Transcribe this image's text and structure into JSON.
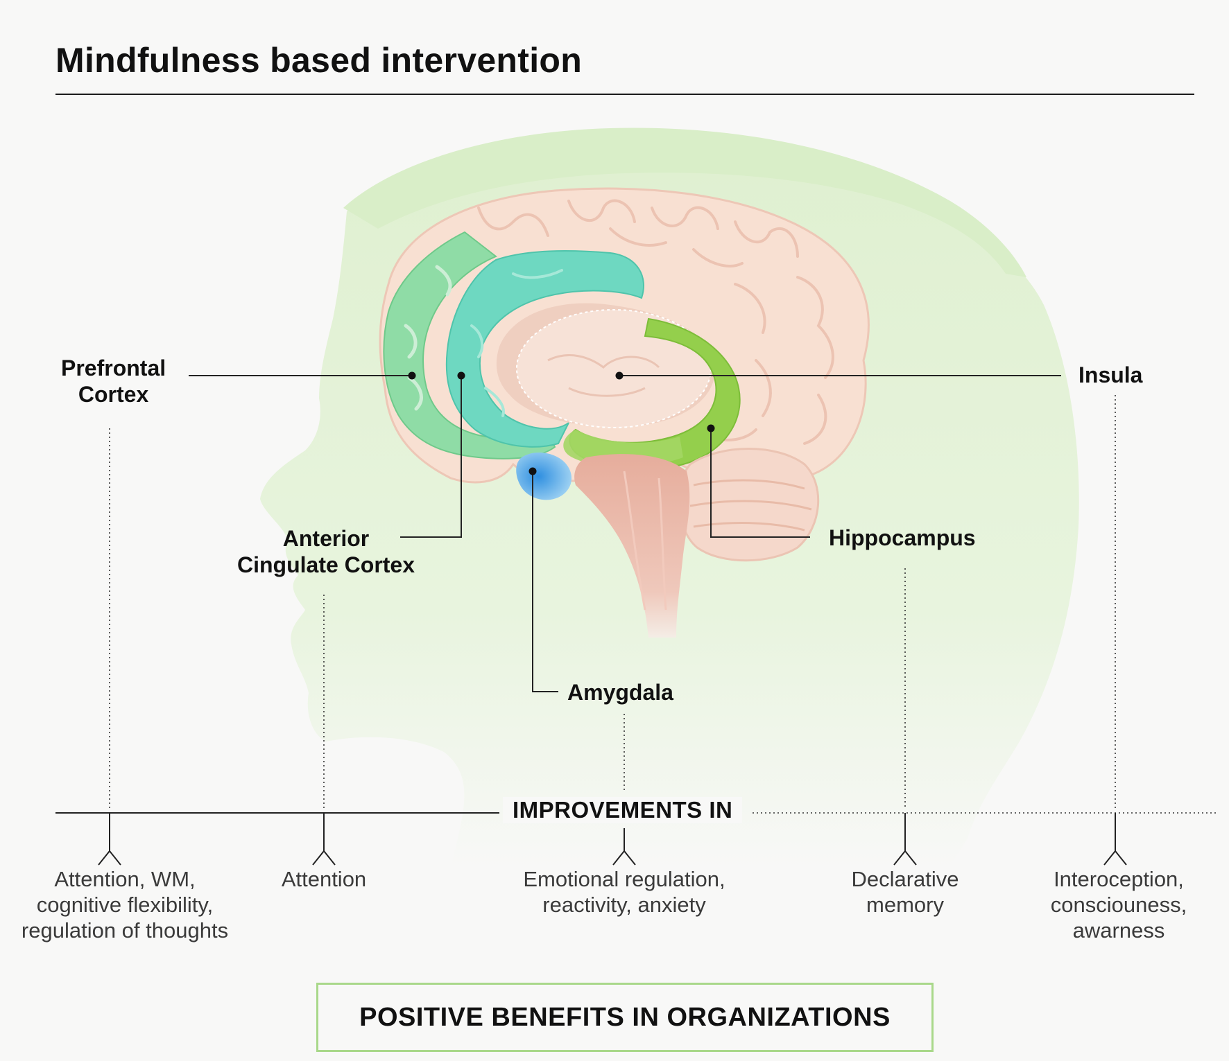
{
  "title": "Mindfulness based intervention",
  "regions": {
    "prefrontal": [
      "Prefrontal",
      "Cortex"
    ],
    "acc": [
      "Anterior",
      "Cingulate Cortex"
    ],
    "amygdala": "Amygdala",
    "hippocampus": "Hippocampus",
    "insula": "Insula"
  },
  "improvements_label": "IMPROVEMENTS IN",
  "benefits": {
    "prefrontal": [
      "Attention, WM,",
      "cognitive flexibility,",
      "regulation of thoughts"
    ],
    "acc": [
      "Attention"
    ],
    "amygdala": [
      "Emotional regulation,",
      "reactivity, anxiety"
    ],
    "hippocampus": [
      "Declarative",
      "memory"
    ],
    "insula": [
      "Interoception,",
      "consciouness,",
      "awarness"
    ]
  },
  "outcome": "POSITIVE BENEFITS IN ORGANIZATIONS",
  "colors": {
    "head_silhouette": "#e3f2d6",
    "brain": "#f7ddd0",
    "prefrontal": "#8fdca6",
    "acc": "#6ed8c1",
    "hippocampus": "#94cf4c",
    "amygdala": "#5aa9e6",
    "brainstem": "#eab9a9",
    "outcome_border": "#a9d88a"
  }
}
